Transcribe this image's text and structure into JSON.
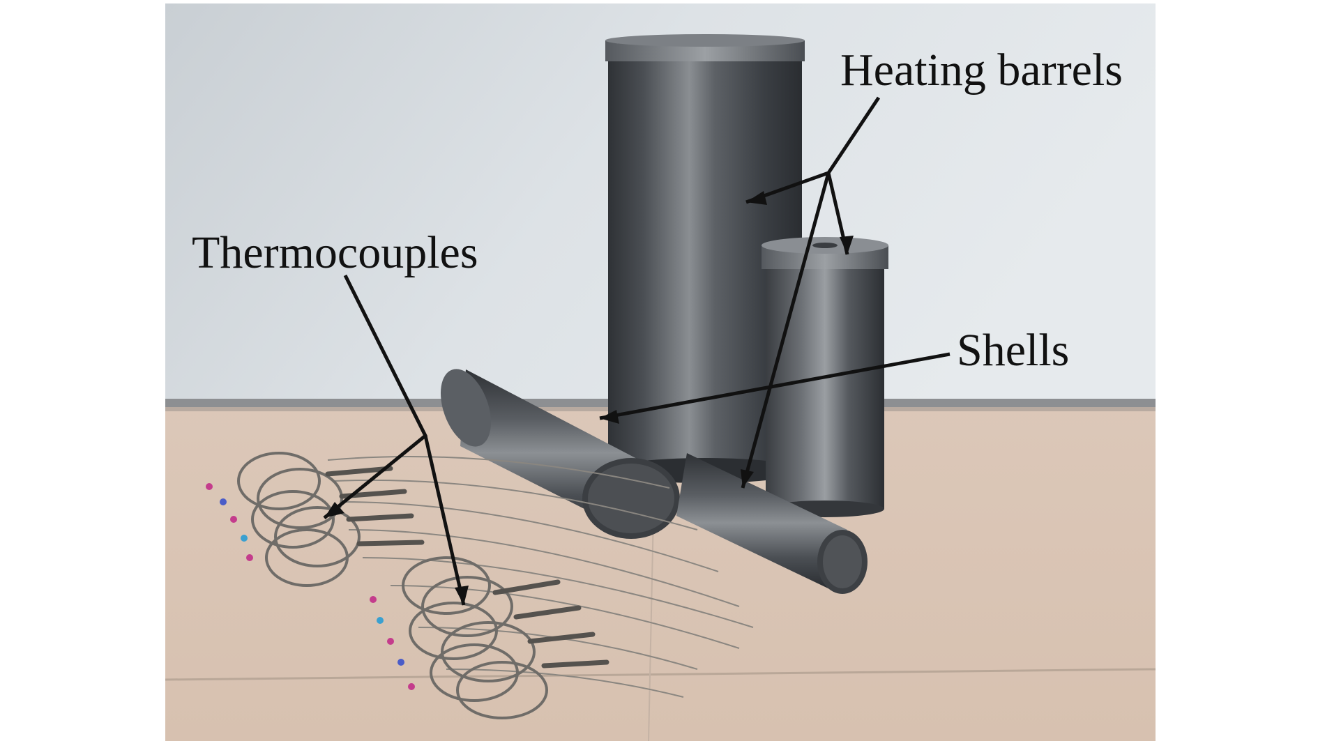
{
  "figure": {
    "labels": {
      "heating_barrels": "Heating barrels",
      "thermocouples": "Thermocouples",
      "shells": "Shells"
    }
  }
}
